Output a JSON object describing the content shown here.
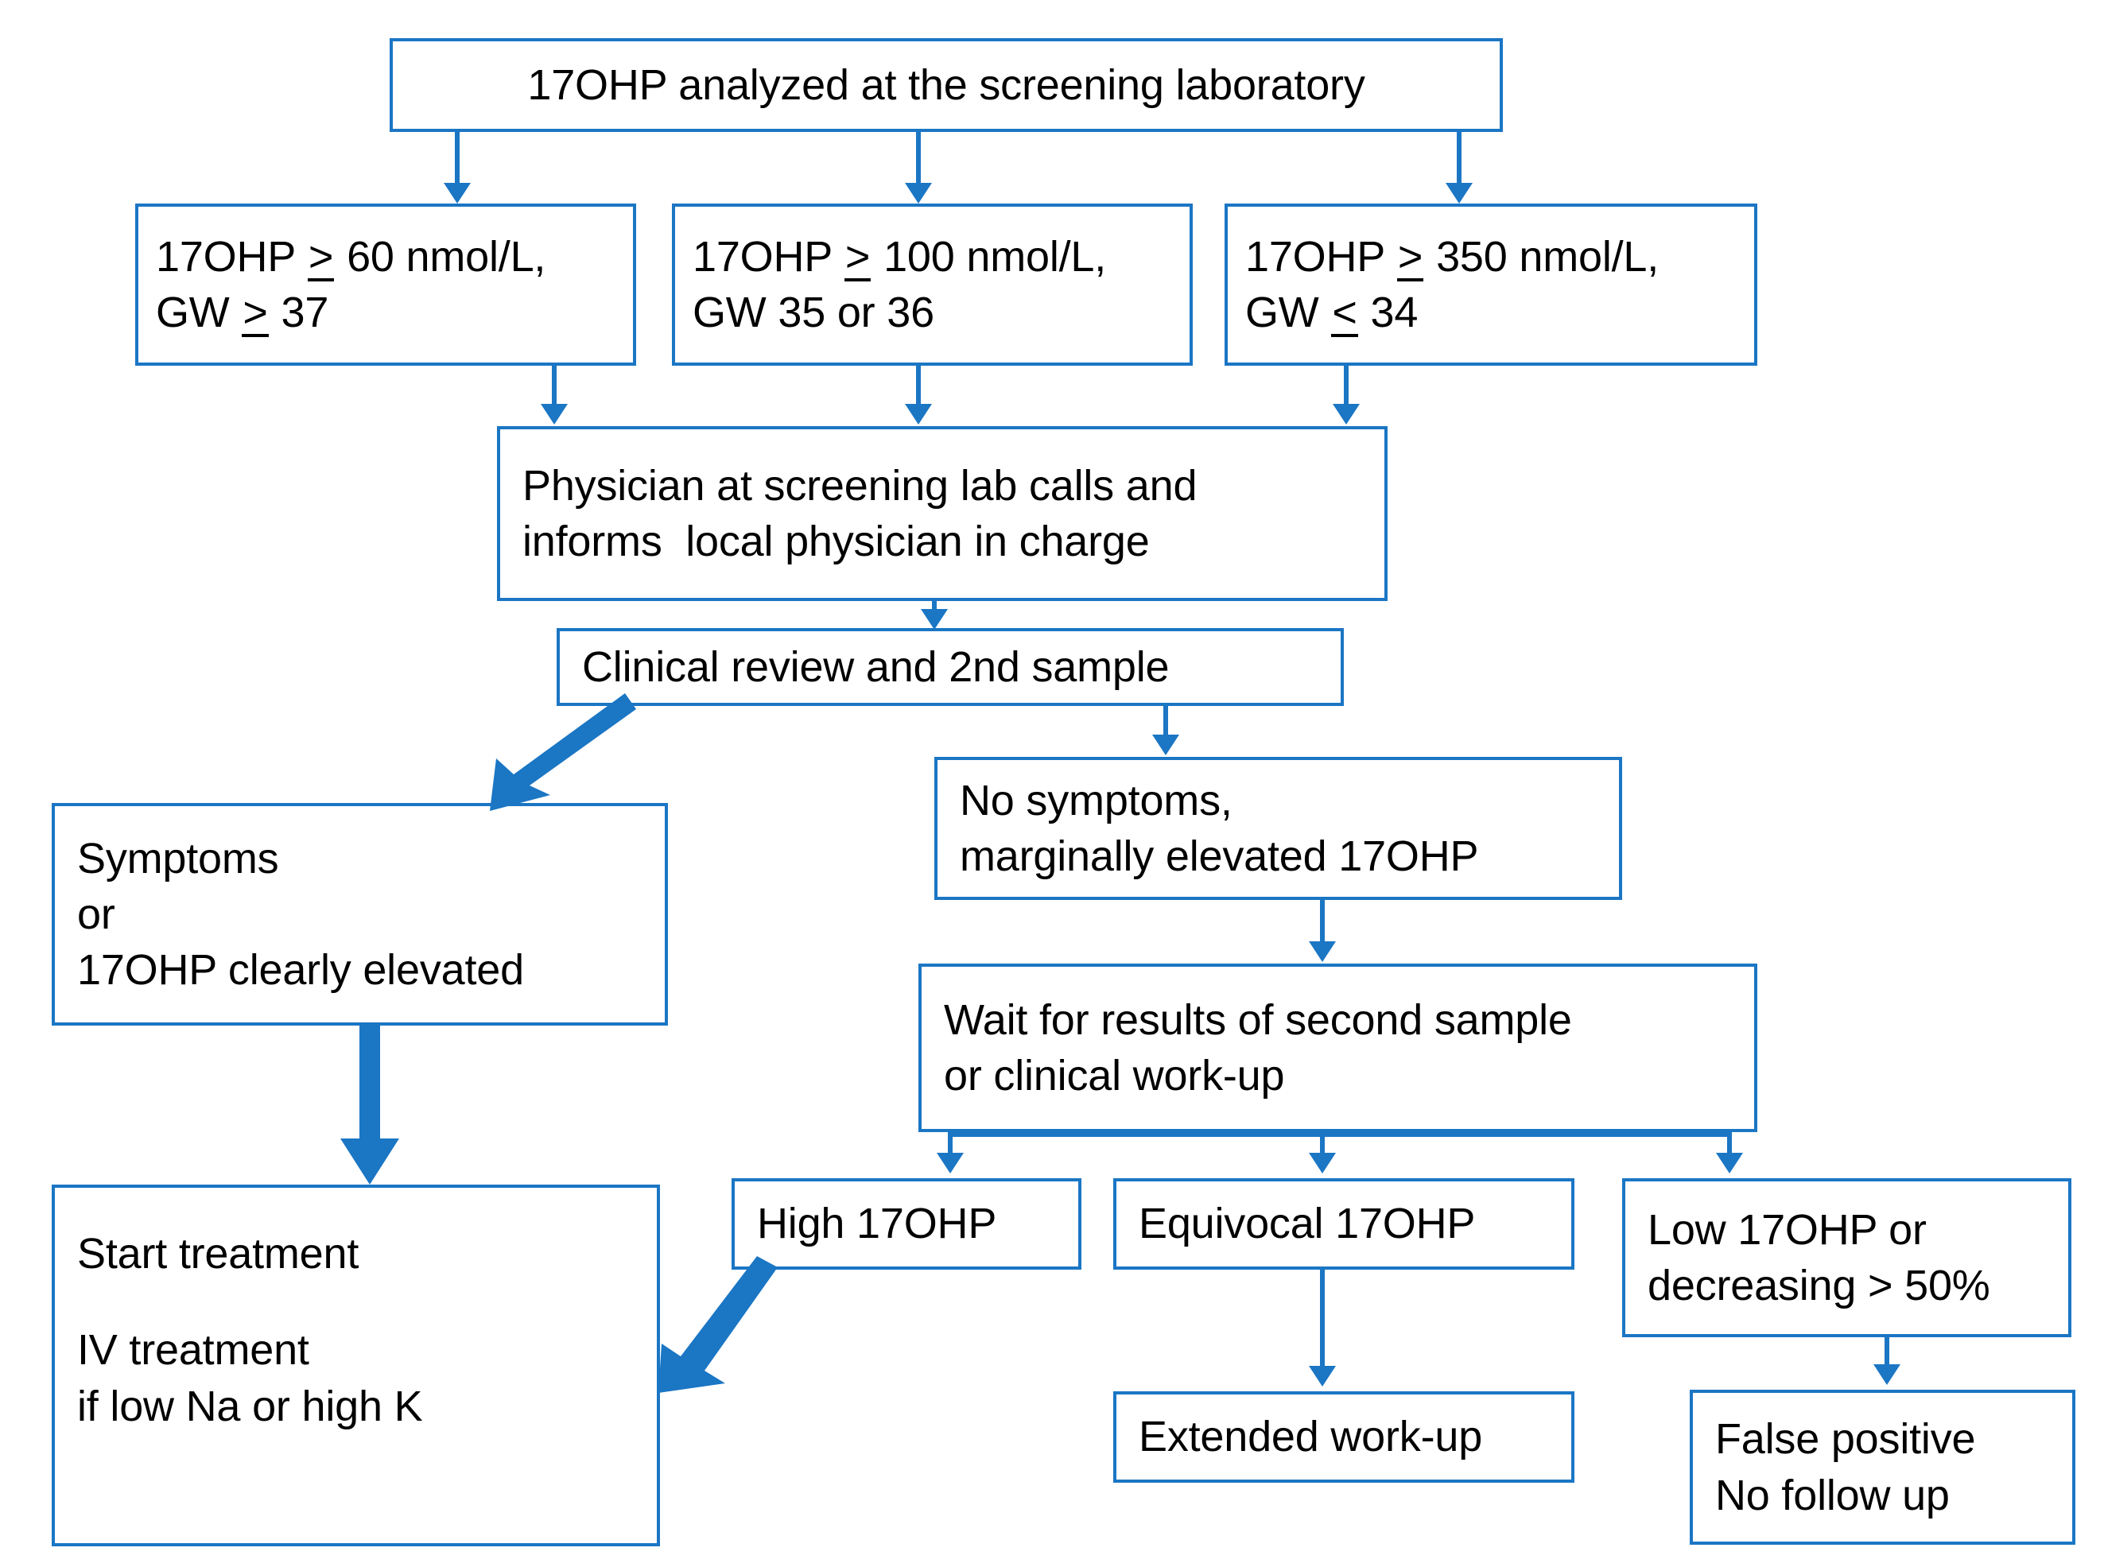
{
  "meta": {
    "diagram_title": "17OHP newborn screening follow-up algorithm",
    "accent_color": "#1b76c4",
    "text_color": "#000000",
    "background_color": "#ffffff"
  },
  "nodes": {
    "screening_lab": {
      "line1": "17OHP analyzed at the screening laboratory"
    },
    "criteria_1": {
      "line1_a": "17OHP ",
      "line1_op": ">",
      "line1_b": " 60 nmol/L,",
      "line2_a": "GW ",
      "line2_op": ">",
      "line2_b": " 37"
    },
    "criteria_2": {
      "line1_a": "17OHP ",
      "line1_op": ">",
      "line1_b": " 100 nmol/L,",
      "line2_a": "GW 35 or 36",
      "line2_op": "",
      "line2_b": ""
    },
    "criteria_3": {
      "line1_a": "17OHP ",
      "line1_op": ">",
      "line1_b": " 350 nmol/L,",
      "line2_a": "GW ",
      "line2_op": "<",
      "line2_b": " 34"
    },
    "physician_call": {
      "line1": "Physician at screening lab calls and",
      "line2": "informs  local physician in charge"
    },
    "clinical_review": {
      "line1": "Clinical review and 2nd sample"
    },
    "symptoms": {
      "line1": "Symptoms",
      "line2": "or",
      "line3": "17OHP clearly elevated"
    },
    "no_symptoms": {
      "line1": "No symptoms,",
      "line2": "marginally elevated 17OHP"
    },
    "wait_results": {
      "line1": "Wait for results of second sample",
      "line2": "or clinical work-up"
    },
    "start_treatment": {
      "line1": "Start treatment",
      "line2": "IV treatment",
      "line3": "if low Na or high K"
    },
    "high_17ohp": {
      "line1": "High 17OHP"
    },
    "equivocal_17ohp": {
      "line1": "Equivocal 17OHP"
    },
    "low_17ohp": {
      "line1": "Low 17OHP or",
      "line2": "decreasing > 50%"
    },
    "extended_workup": {
      "line1": "Extended work-up"
    },
    "false_positive": {
      "line1": "False positive",
      "line2": "No follow up"
    }
  },
  "flow": {
    "edges": [
      "screening_lab -> criteria_1",
      "screening_lab -> criteria_2",
      "screening_lab -> criteria_3",
      "criteria_1 -> physician_call",
      "criteria_2 -> physician_call",
      "criteria_3 -> physician_call",
      "physician_call -> clinical_review",
      "clinical_review -> symptoms",
      "clinical_review -> no_symptoms",
      "no_symptoms -> wait_results",
      "symptoms -> start_treatment",
      "wait_results -> high_17ohp",
      "wait_results -> equivocal_17ohp",
      "wait_results -> low_17ohp",
      "high_17ohp -> start_treatment",
      "equivocal_17ohp -> extended_workup",
      "low_17ohp -> false_positive"
    ]
  }
}
